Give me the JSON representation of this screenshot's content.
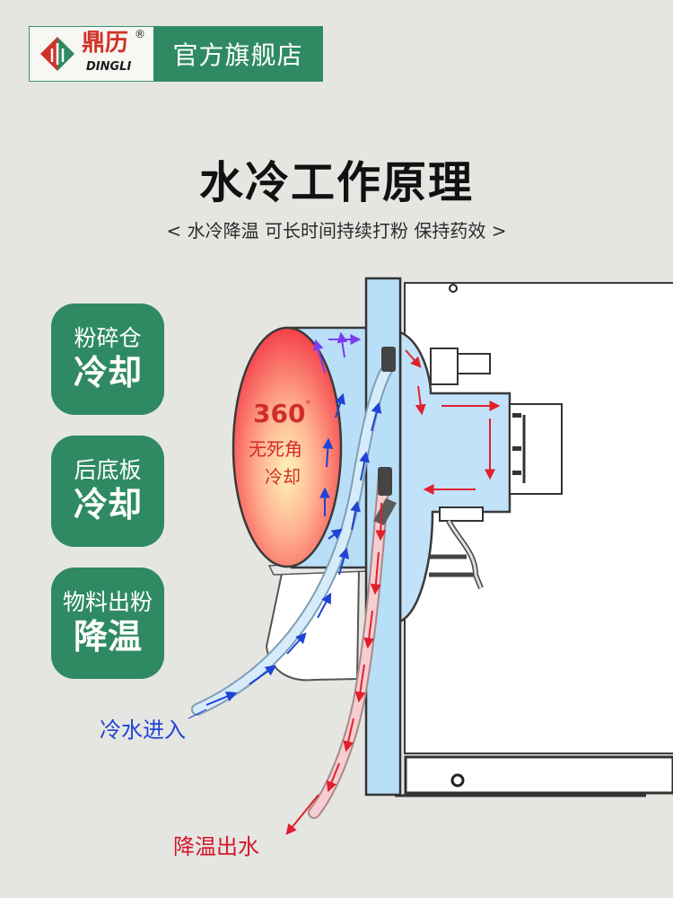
{
  "brand": {
    "cn_name": "鼎历",
    "en_name": "DINGLI",
    "reg_mark": "®",
    "store_label": "官方旗舰店"
  },
  "header": {
    "title": "水冷工作原理",
    "subtitle": "< 水冷降温 可长时间持续打粉 保持药效 >"
  },
  "badges": [
    {
      "top": "粉碎仓",
      "main": "冷却"
    },
    {
      "top": "后底板",
      "main": "冷却"
    },
    {
      "top": "物料出粉",
      "main": "降温"
    }
  ],
  "diagram": {
    "angle_value": "360",
    "degree_symbol": "°",
    "angle_line1": "无死角",
    "angle_line2": "冷却",
    "water_in": "冷水进入",
    "water_out": "降温出水"
  },
  "colors": {
    "brand_green": "#2f8a63",
    "cold_blue": "#1f43d6",
    "hot_red": "#d6162a",
    "background": "#e5e6e2"
  }
}
